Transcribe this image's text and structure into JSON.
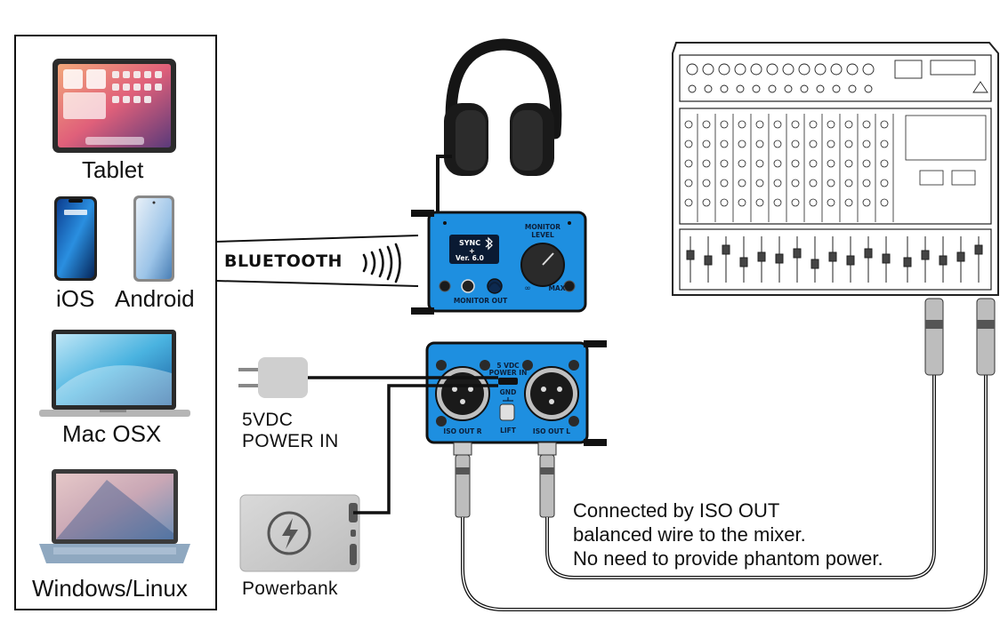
{
  "devices_panel": {
    "tablet_label": "Tablet",
    "ios_label": "iOS",
    "android_label": "Android",
    "mac_label": "Mac OSX",
    "windows_label": "Windows/Linux"
  },
  "bluetooth": {
    "label": "BLUETOOTH"
  },
  "receiver_unit": {
    "display_line1": "SYNC",
    "display_line2": "+",
    "display_line3": "Ver. 6.0",
    "monitor_level_line1": "MONITOR",
    "monitor_level_line2": "LEVEL",
    "min_label": "∞",
    "max_label": "MAX",
    "monitor_out_label": "MONITOR OUT"
  },
  "iso_unit": {
    "power_in_line1": "5 VDC",
    "power_in_line2": "POWER IN",
    "gnd_label": "GND",
    "lift_label": "LIFT",
    "iso_out_r": "ISO OUT R",
    "iso_out_l": "ISO OUT L"
  },
  "power_adapter": {
    "line1": "5VDC",
    "line2": "POWER IN"
  },
  "powerbank": {
    "label": "Powerbank"
  },
  "note": {
    "line1": "Connected by ISO OUT",
    "line2": "balanced wire to the mixer.",
    "line3": "No need to provide phantom power."
  },
  "colors": {
    "unit_blue": "#1e8fe0",
    "panel_border": "#111111",
    "screen_dark": "#0a1a33"
  }
}
